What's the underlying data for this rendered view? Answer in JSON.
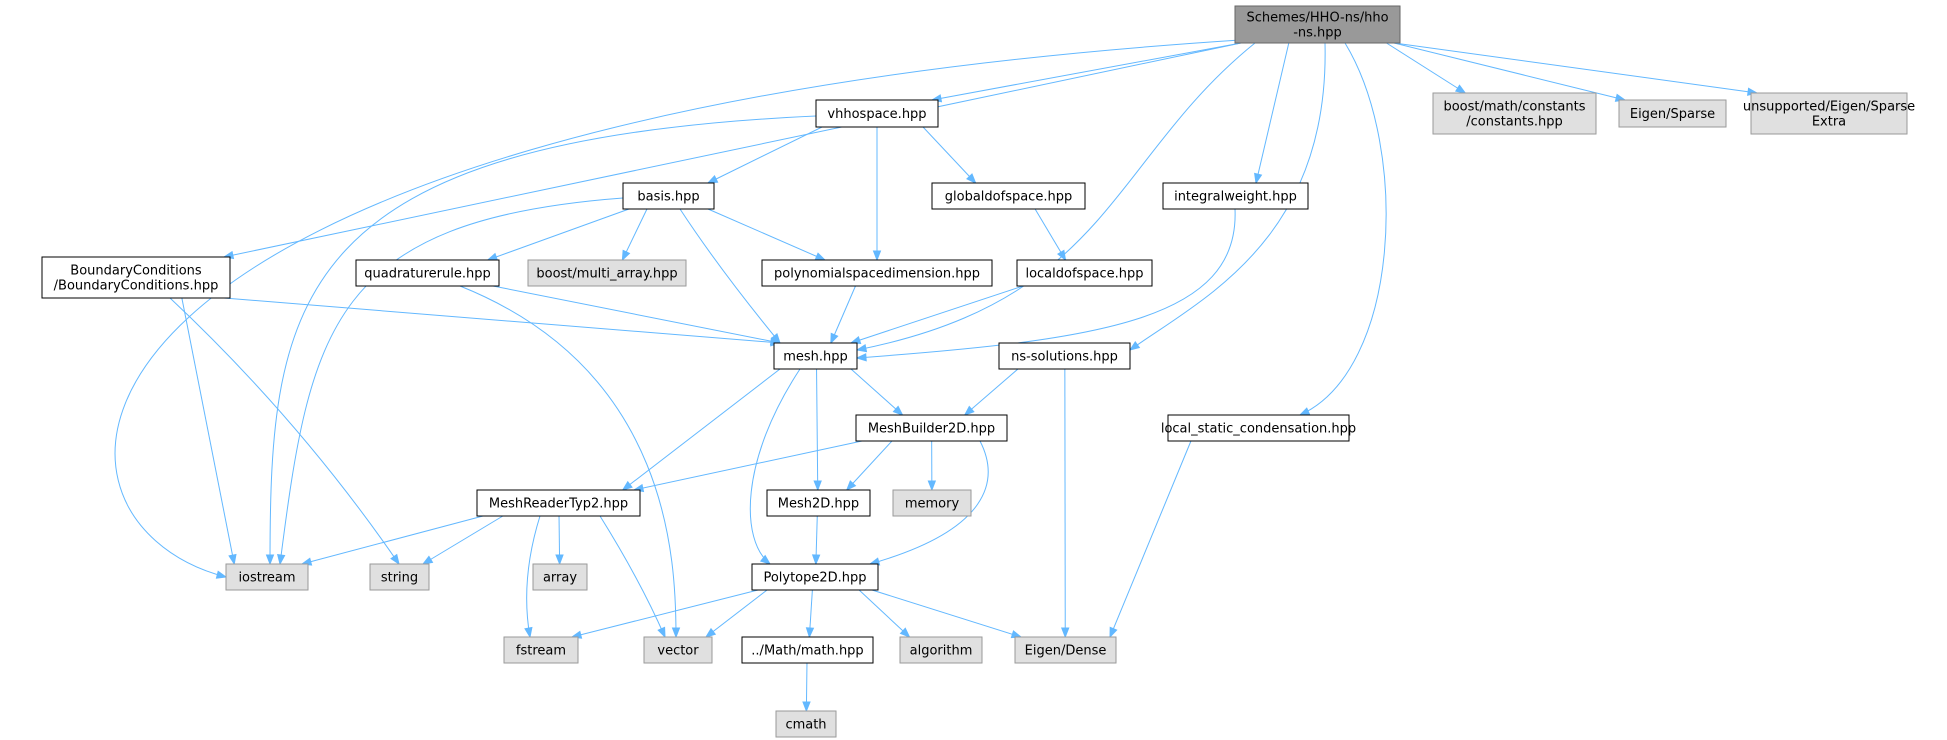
{
  "diagram": {
    "type": "include-dependency-graph",
    "colors": {
      "root_fill": "#999999",
      "root_border": "#666666",
      "local_fill": "#ffffff",
      "local_border": "#000000",
      "external_fill": "#e0e0e0",
      "external_border": "#999999",
      "edge": "#63b8ff"
    },
    "nodes": [
      {
        "id": "root",
        "kind": "root",
        "lines": [
          "Schemes/HHO-ns/hho",
          "-ns.hpp"
        ]
      },
      {
        "id": "vhhospace",
        "kind": "local",
        "lines": [
          "vhhospace.hpp"
        ]
      },
      {
        "id": "boost_constants",
        "kind": "external",
        "lines": [
          "boost/math/constants",
          "/constants.hpp"
        ]
      },
      {
        "id": "eigen_sparse",
        "kind": "external",
        "lines": [
          "Eigen/Sparse"
        ]
      },
      {
        "id": "unsupported",
        "kind": "external",
        "lines": [
          "unsupported/Eigen/Sparse",
          "Extra"
        ]
      },
      {
        "id": "basis",
        "kind": "local",
        "lines": [
          "basis.hpp"
        ]
      },
      {
        "id": "globaldofspace",
        "kind": "local",
        "lines": [
          "globaldofspace.hpp"
        ]
      },
      {
        "id": "integralweight",
        "kind": "local",
        "lines": [
          "integralweight.hpp"
        ]
      },
      {
        "id": "boundaryconditions",
        "kind": "local",
        "lines": [
          "BoundaryConditions",
          "/BoundaryConditions.hpp"
        ]
      },
      {
        "id": "quadraturerule",
        "kind": "local",
        "lines": [
          "quadraturerule.hpp"
        ]
      },
      {
        "id": "multi_array",
        "kind": "external",
        "lines": [
          "boost/multi_array.hpp"
        ]
      },
      {
        "id": "polynomialspacedimension",
        "kind": "local",
        "lines": [
          "polynomialspacedimension.hpp"
        ]
      },
      {
        "id": "localdofspace",
        "kind": "local",
        "lines": [
          "localdofspace.hpp"
        ]
      },
      {
        "id": "mesh",
        "kind": "local",
        "lines": [
          "mesh.hpp"
        ]
      },
      {
        "id": "ns_solutions",
        "kind": "local",
        "lines": [
          "ns-solutions.hpp"
        ]
      },
      {
        "id": "meshbuilder2d",
        "kind": "local",
        "lines": [
          "MeshBuilder2D.hpp"
        ]
      },
      {
        "id": "local_static",
        "kind": "local",
        "lines": [
          "local_static_condensation.hpp"
        ]
      },
      {
        "id": "meshreader",
        "kind": "local",
        "lines": [
          "MeshReaderTyp2.hpp"
        ]
      },
      {
        "id": "mesh2d",
        "kind": "local",
        "lines": [
          "Mesh2D.hpp"
        ]
      },
      {
        "id": "memory",
        "kind": "external",
        "lines": [
          "memory"
        ]
      },
      {
        "id": "iostream",
        "kind": "external",
        "lines": [
          "iostream"
        ]
      },
      {
        "id": "string",
        "kind": "external",
        "lines": [
          "string"
        ]
      },
      {
        "id": "array",
        "kind": "external",
        "lines": [
          "array"
        ]
      },
      {
        "id": "polytope2d",
        "kind": "local",
        "lines": [
          "Polytope2D.hpp"
        ]
      },
      {
        "id": "fstream",
        "kind": "external",
        "lines": [
          "fstream"
        ]
      },
      {
        "id": "vector",
        "kind": "external",
        "lines": [
          "vector"
        ]
      },
      {
        "id": "math",
        "kind": "local",
        "lines": [
          "../Math/math.hpp"
        ]
      },
      {
        "id": "algorithm",
        "kind": "external",
        "lines": [
          "algorithm"
        ]
      },
      {
        "id": "eigen_dense",
        "kind": "external",
        "lines": [
          "Eigen/Dense"
        ]
      },
      {
        "id": "cmath",
        "kind": "external",
        "lines": [
          "cmath"
        ]
      }
    ],
    "edges": [
      [
        "root",
        "vhhospace"
      ],
      [
        "root",
        "boost_constants"
      ],
      [
        "root",
        "eigen_sparse"
      ],
      [
        "root",
        "unsupported"
      ],
      [
        "root",
        "iostream"
      ],
      [
        "root",
        "boundaryconditions"
      ],
      [
        "root",
        "mesh"
      ],
      [
        "root",
        "integralweight"
      ],
      [
        "root",
        "ns_solutions"
      ],
      [
        "root",
        "local_static"
      ],
      [
        "vhhospace",
        "basis"
      ],
      [
        "vhhospace",
        "globaldofspace"
      ],
      [
        "vhhospace",
        "polynomialspacedimension"
      ],
      [
        "vhhospace",
        "iostream"
      ],
      [
        "basis",
        "quadraturerule"
      ],
      [
        "basis",
        "multi_array"
      ],
      [
        "basis",
        "polynomialspacedimension"
      ],
      [
        "basis",
        "mesh"
      ],
      [
        "basis",
        "iostream"
      ],
      [
        "globaldofspace",
        "localdofspace"
      ],
      [
        "localdofspace",
        "mesh"
      ],
      [
        "integralweight",
        "mesh"
      ],
      [
        "polynomialspacedimension",
        "mesh"
      ],
      [
        "quadraturerule",
        "mesh"
      ],
      [
        "quadraturerule",
        "vector"
      ],
      [
        "boundaryconditions",
        "mesh"
      ],
      [
        "boundaryconditions",
        "iostream"
      ],
      [
        "boundaryconditions",
        "string"
      ],
      [
        "mesh",
        "meshbuilder2d"
      ],
      [
        "mesh",
        "meshreader"
      ],
      [
        "mesh",
        "mesh2d"
      ],
      [
        "mesh",
        "polytope2d"
      ],
      [
        "ns_solutions",
        "meshbuilder2d"
      ],
      [
        "ns_solutions",
        "eigen_dense"
      ],
      [
        "local_static",
        "eigen_dense"
      ],
      [
        "meshbuilder2d",
        "meshreader"
      ],
      [
        "meshbuilder2d",
        "mesh2d"
      ],
      [
        "meshbuilder2d",
        "memory"
      ],
      [
        "meshbuilder2d",
        "polytope2d"
      ],
      [
        "meshreader",
        "iostream"
      ],
      [
        "meshreader",
        "string"
      ],
      [
        "meshreader",
        "array"
      ],
      [
        "meshreader",
        "fstream"
      ],
      [
        "meshreader",
        "vector"
      ],
      [
        "mesh2d",
        "polytope2d"
      ],
      [
        "polytope2d",
        "fstream"
      ],
      [
        "polytope2d",
        "vector"
      ],
      [
        "polytope2d",
        "math"
      ],
      [
        "polytope2d",
        "algorithm"
      ],
      [
        "polytope2d",
        "eigen_dense"
      ],
      [
        "math",
        "cmath"
      ]
    ]
  }
}
